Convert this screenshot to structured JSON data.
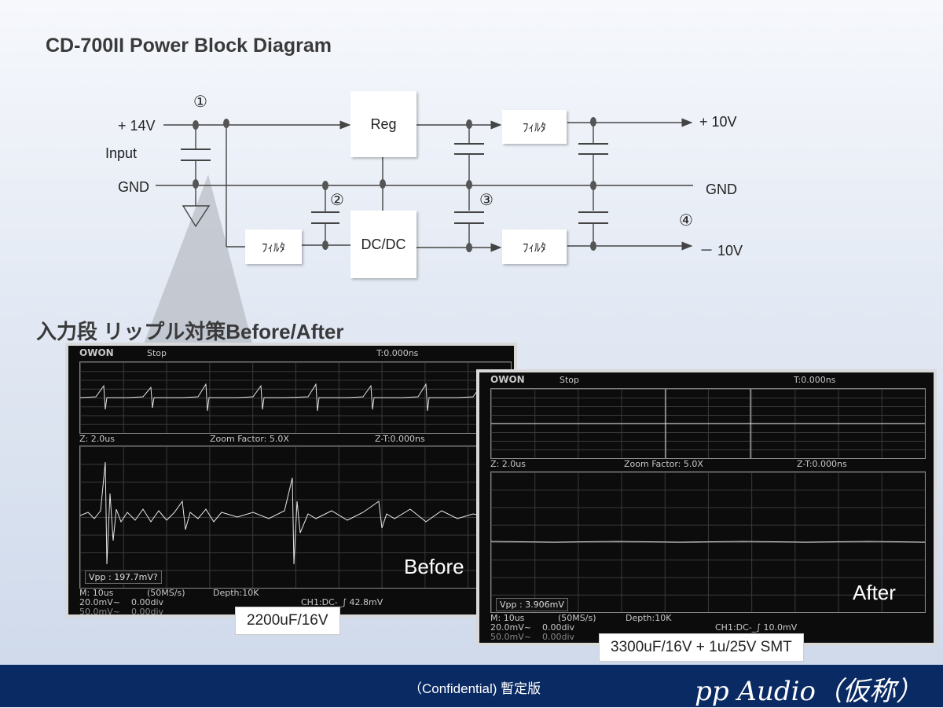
{
  "title": "CD-700II Power Block Diagram",
  "diagram": {
    "labels": {
      "input_voltage": "+ 14V",
      "input": "Input",
      "gnd_left": "GND",
      "gnd_right": "GND",
      "out_pos": "+ 10V",
      "out_neg": "－ 10V"
    },
    "blocks": {
      "reg": "Reg",
      "dcdc": "DC/DC",
      "filter_in": "ﾌｨﾙﾀ",
      "filter_pos": "ﾌｨﾙﾀ",
      "filter_neg": "ﾌｨﾙﾀ"
    },
    "nodes": {
      "n1": "①",
      "n2": "②",
      "n3": "③",
      "n4": "④"
    }
  },
  "subtitle": "入力段 リップル対策Before/After",
  "scopes": {
    "before": {
      "brand": "OWON",
      "state": "Stop",
      "t": "T:0.000ns",
      "z": "Z: 2.0us",
      "zoom": "Zoom Factor: 5.0X",
      "zt": "Z-T:0.000ns",
      "vpp": "Vpp : 197.7mV?",
      "m": "M: 10us",
      "rate": "(50MS/s)",
      "depth": "Depth:10K",
      "ch": "CH1:DC-_∫ 42.8mV",
      "ch1": "20.0mV~",
      "ch1off": "0.00div",
      "ch2": "50.0mV~",
      "ch2off": "0.00div",
      "label": "Before"
    },
    "after": {
      "brand": "OWON",
      "state": "Stop",
      "t": "T:0.000ns",
      "z": "Z: 2.0us",
      "zoom": "Zoom Factor: 5.0X",
      "zt": "Z-T:0.000ns",
      "vpp": "Vpp : 3.906mV",
      "m": "M: 10us",
      "rate": "(50MS/s)",
      "depth": "Depth:10K",
      "ch": "CH1:DC-_∫ 10.0mV",
      "ch1": "20.0mV~",
      "ch1off": "0.00div",
      "ch2": "50.0mV~",
      "ch2off": "0.00div",
      "label": "After"
    }
  },
  "captions": {
    "before": "2200uF/16V",
    "after": "3300uF/16V + 1u/25V SMT"
  },
  "footer": {
    "confidential": "（Confidential) 暫定版",
    "brand": "pp  Audio（仮称）"
  }
}
